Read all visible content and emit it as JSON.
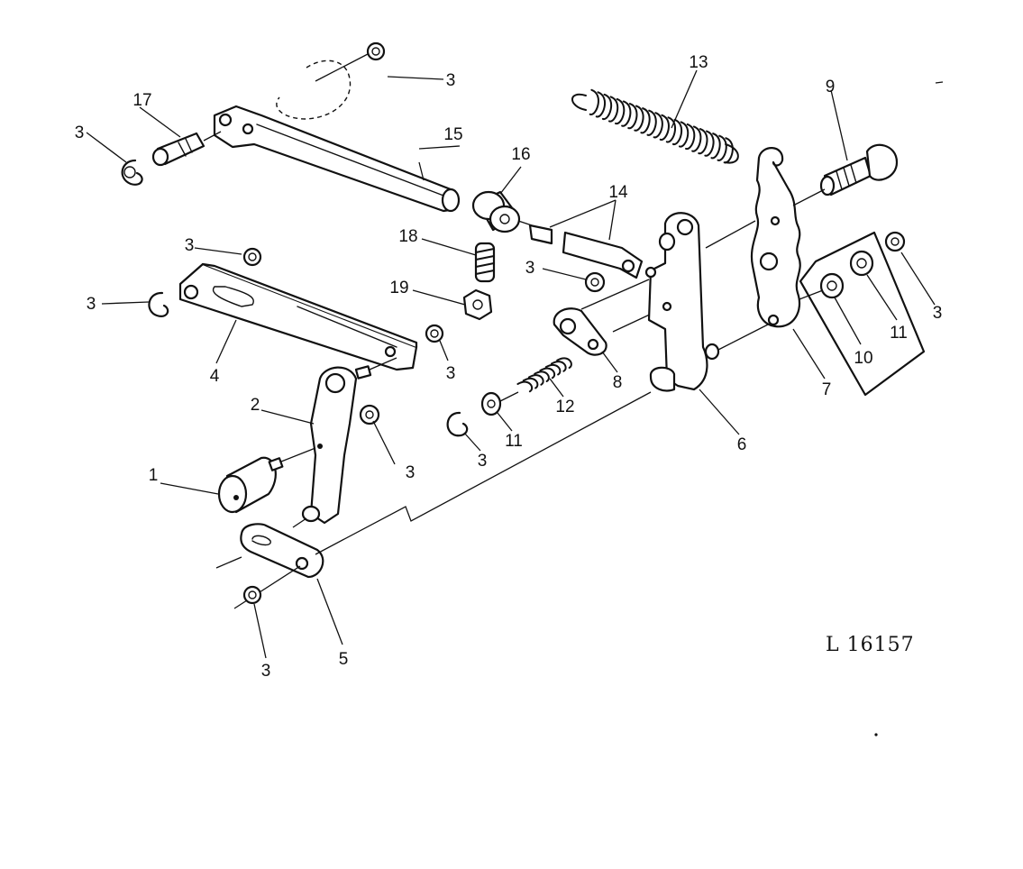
{
  "figure": {
    "reference_code": "L  16157",
    "callouts": {
      "c1": "1",
      "c2": "2",
      "c3a": "3",
      "c3b": "3",
      "c3c": "3",
      "c3d": "3",
      "c3e": "3",
      "c3f": "3",
      "c3g": "3",
      "c3h": "3",
      "c3i": "3",
      "c3j": "3",
      "c4": "4",
      "c5": "5",
      "c6": "6",
      "c7": "7",
      "c8": "8",
      "c9": "9",
      "c10": "10",
      "c11a": "11",
      "c11b": "11",
      "c12": "12",
      "c13": "13",
      "c14": "14",
      "c15": "15",
      "c16": "16",
      "c17": "17",
      "c18": "18",
      "c19": "19"
    }
  }
}
